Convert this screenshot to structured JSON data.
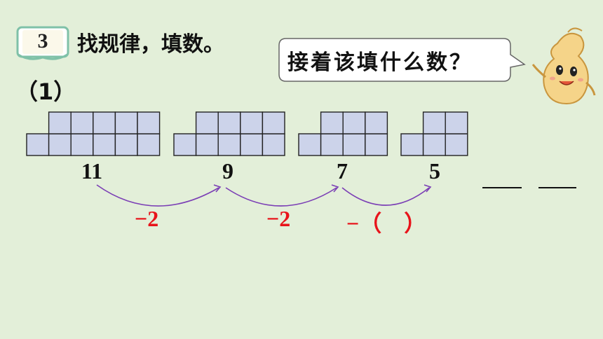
{
  "problem": {
    "number": "3",
    "title": "找规律，填数。",
    "part_label": "（1）"
  },
  "speech": {
    "text": "接着该填什么数？"
  },
  "sequence": {
    "values": [
      "11",
      "9",
      "7",
      "5"
    ],
    "differences": [
      "−2",
      "−2",
      "−（　）"
    ],
    "blank_count": 2
  },
  "colors": {
    "background": "#e3efd9",
    "block_fill": "#ccd3ea",
    "block_stroke": "#222222",
    "difference_text": "#e8141b",
    "arrow": "#7b3fb5",
    "badge": "#7fc1a8"
  },
  "icons": {
    "mascot": "peanut-mascot-icon",
    "badge": "book-badge-icon"
  }
}
